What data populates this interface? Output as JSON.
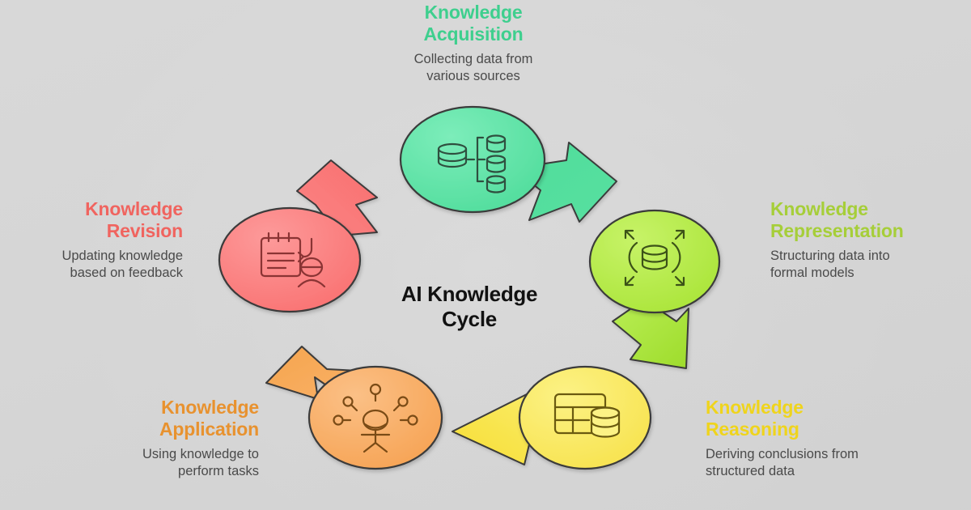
{
  "diagram": {
    "center_title": "AI Knowledge\nCycle",
    "center_title_line1": "AI Knowledge",
    "center_title_line2": "Cycle",
    "background_color": "#d8d8d8",
    "nodes": [
      {
        "id": "acquisition",
        "title_line1": "Knowledge",
        "title_line2": "Acquisition",
        "title": "Knowledge Acquisition",
        "description_line1": "Collecting data from",
        "description_line2": "various sources",
        "description": "Collecting data from various sources",
        "color": "#5FE3A3",
        "color_dark": "#34C987",
        "title_color": "#3ECF8E",
        "icon": "database-hierarchy-icon",
        "align": "center",
        "order": 1
      },
      {
        "id": "representation",
        "title_line1": "Knowledge",
        "title_line2": "Representation",
        "title": "Knowledge Representation",
        "description_line1": "Structuring data into",
        "description_line2": "formal models",
        "description": "Structuring data into formal models",
        "color": "#B5EC4A",
        "color_dark": "#93D520",
        "title_color": "#A6CE39",
        "icon": "database-expand-icon",
        "align": "left",
        "order": 2
      },
      {
        "id": "reasoning",
        "title_line1": "Knowledge",
        "title_line2": "Reasoning",
        "title": "Knowledge Reasoning",
        "description_line1": "Deriving conclusions from",
        "description_line2": "structured data",
        "description": "Deriving conclusions from structured data",
        "color": "#F9EA62",
        "color_dark": "#F5D92C",
        "title_color": "#EFD41C",
        "icon": "table-database-icon",
        "align": "left",
        "order": 3
      },
      {
        "id": "application",
        "title_line1": "Knowledge",
        "title_line2": "Application",
        "title": "Knowledge Application",
        "description_line1": "Using knowledge to",
        "description_line2": "perform tasks",
        "description": "Using knowledge to perform tasks",
        "color": "#F9B065",
        "color_dark": "#F09339",
        "title_color": "#E8922F",
        "icon": "person-ideas-icon",
        "align": "right",
        "order": 4
      },
      {
        "id": "revision",
        "title_line1": "Knowledge",
        "title_line2": "Revision",
        "title": "Knowledge Revision",
        "description_line1": "Updating knowledge",
        "description_line2": "based on feedback",
        "description": "Updating knowledge based on feedback",
        "color": "#FA7F7F",
        "color_dark": "#F35A5A",
        "title_color": "#F0645F",
        "icon": "notepad-refresh-icon",
        "align": "right",
        "order": 5
      }
    ],
    "arrows": [
      {
        "id": "acquisition-to-representation",
        "from": "acquisition",
        "to": "representation",
        "from_color": "#4FDD9B",
        "to_color": "#B5EC4A"
      },
      {
        "id": "representation-to-reasoning",
        "from": "representation",
        "to": "reasoning",
        "from_color": "#9FDD2E",
        "to_color": "#F9EA62"
      },
      {
        "id": "reasoning-to-application",
        "from": "reasoning",
        "to": "application",
        "from_color": "#F8E24A",
        "to_color": "#F9B065"
      },
      {
        "id": "application-to-revision",
        "from": "application",
        "to": "revision",
        "from_color": "#F9B065",
        "to_color": "#FA7F7F"
      },
      {
        "id": "revision-to-acquisition",
        "from": "revision",
        "to": "acquisition",
        "from_color": "#FA7F7F",
        "to_color": "#5FE3A3"
      }
    ]
  }
}
